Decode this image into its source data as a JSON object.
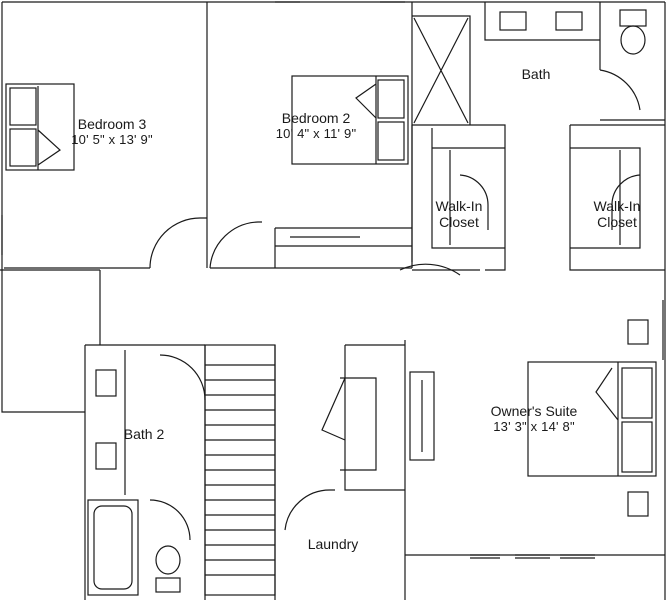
{
  "rooms": {
    "bedroom3": {
      "name": "Bedroom 3",
      "dims": "10' 5\" x 13' 9\""
    },
    "bedroom2": {
      "name": "Bedroom 2",
      "dims": "10' 4\" x 11' 9\""
    },
    "bath": {
      "name": "Bath"
    },
    "closet_left": {
      "line1": "Walk-In",
      "line2": "Closet"
    },
    "closet_right": {
      "line1": "Walk-In",
      "line2": "Closet"
    },
    "owners_suite": {
      "name": "Owner's Suite",
      "dims": "13' 3\" x 14' 8\""
    },
    "bath2": {
      "name": "Bath 2"
    },
    "laundry": {
      "name": "Laundry"
    }
  },
  "colors": {
    "wall": "#1a1a1a",
    "fixture": "#3a3a3a",
    "background": "#ffffff"
  }
}
